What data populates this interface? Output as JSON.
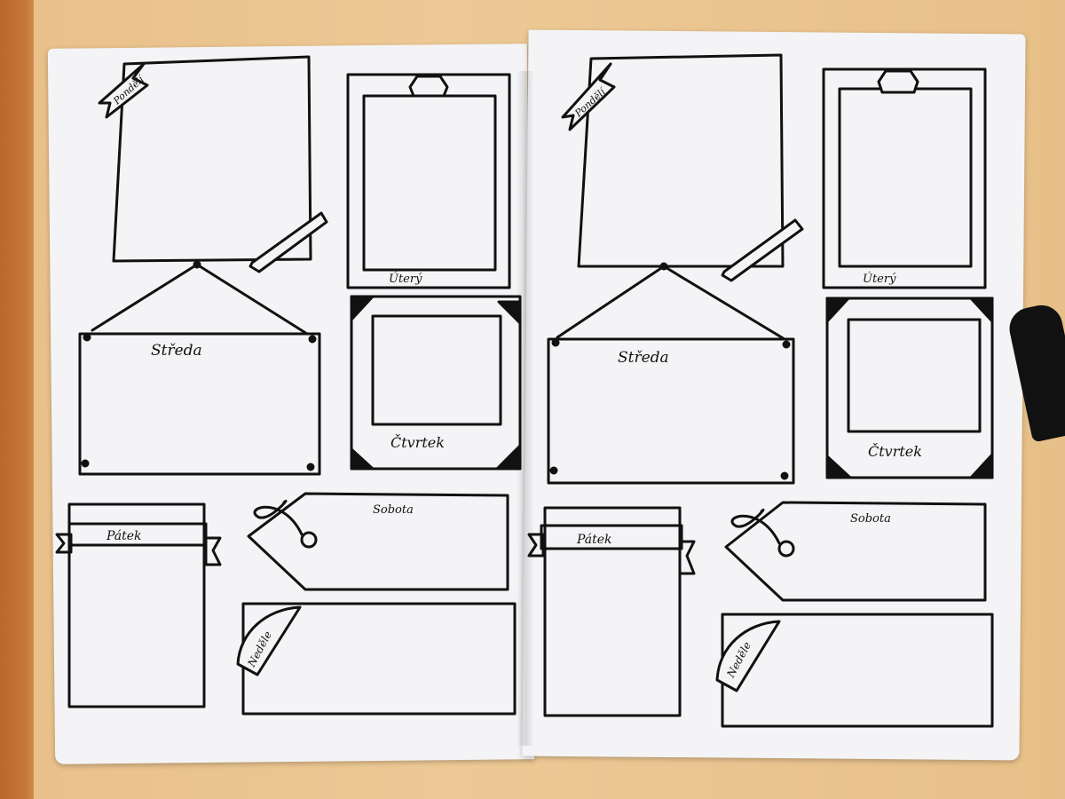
{
  "left_page": {
    "days": {
      "monday": "Pondělí",
      "tuesday": "Úterý",
      "wednesday": "Středa",
      "thursday": "Čtvrtek",
      "friday": "Pátek",
      "saturday": "Sobota",
      "sunday": "Neděle"
    }
  },
  "right_page": {
    "days": {
      "monday": "Pondělí",
      "tuesday": "Úterý",
      "wednesday": "Středa",
      "thursday": "Čtvrtek",
      "friday": "Pátek",
      "saturday": "Sobota",
      "sunday": "Neděle"
    }
  },
  "colors": {
    "ink": "#111111",
    "paper": "#f4f4f6",
    "desk": "#e8c08a"
  }
}
